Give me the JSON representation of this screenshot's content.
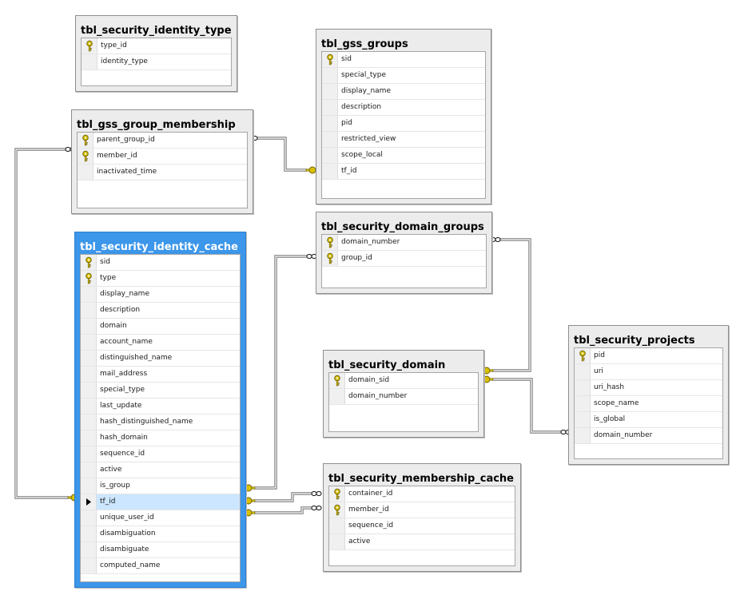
{
  "tables": [
    {
      "id": "t1",
      "title": "tbl_security_identity_type",
      "selected": false,
      "columns": [
        {
          "name": "type_id",
          "pk": true
        },
        {
          "name": "identity_type",
          "pk": false
        }
      ]
    },
    {
      "id": "t2",
      "title": "tbl_gss_groups",
      "selected": false,
      "columns": [
        {
          "name": "sid",
          "pk": true
        },
        {
          "name": "special_type",
          "pk": false
        },
        {
          "name": "display_name",
          "pk": false
        },
        {
          "name": "description",
          "pk": false
        },
        {
          "name": "pid",
          "pk": false
        },
        {
          "name": "restricted_view",
          "pk": false
        },
        {
          "name": "scope_local",
          "pk": false
        },
        {
          "name": "tf_id",
          "pk": false
        }
      ]
    },
    {
      "id": "t3",
      "title": "tbl_gss_group_membership",
      "selected": false,
      "columns": [
        {
          "name": "parent_group_id",
          "pk": true
        },
        {
          "name": "member_id",
          "pk": true
        },
        {
          "name": "inactivated_time",
          "pk": false
        }
      ]
    },
    {
      "id": "t4",
      "title": "tbl_security_identity_cache",
      "selected": true,
      "columns": [
        {
          "name": "sid",
          "pk": true
        },
        {
          "name": "type",
          "pk": true
        },
        {
          "name": "display_name",
          "pk": false
        },
        {
          "name": "description",
          "pk": false
        },
        {
          "name": "domain",
          "pk": false
        },
        {
          "name": "account_name",
          "pk": false
        },
        {
          "name": "distinguished_name",
          "pk": false
        },
        {
          "name": "mail_address",
          "pk": false
        },
        {
          "name": "special_type",
          "pk": false
        },
        {
          "name": "last_update",
          "pk": false
        },
        {
          "name": "hash_distinguished_name",
          "pk": false
        },
        {
          "name": "hash_domain",
          "pk": false
        },
        {
          "name": "sequence_id",
          "pk": false
        },
        {
          "name": "active",
          "pk": false
        },
        {
          "name": "is_group",
          "pk": false
        },
        {
          "name": "tf_id",
          "pk": false,
          "current": true
        },
        {
          "name": "unique_user_id",
          "pk": false
        },
        {
          "name": "disambiguation",
          "pk": false
        },
        {
          "name": "disambiguate",
          "pk": false
        },
        {
          "name": "computed_name",
          "pk": false
        }
      ]
    },
    {
      "id": "t5",
      "title": "tbl_security_domain_groups",
      "selected": false,
      "columns": [
        {
          "name": "domain_number",
          "pk": true
        },
        {
          "name": "group_id",
          "pk": true
        }
      ]
    },
    {
      "id": "t6",
      "title": "tbl_security_domain",
      "selected": false,
      "columns": [
        {
          "name": "domain_sid",
          "pk": true
        },
        {
          "name": "domain_number",
          "pk": false
        }
      ]
    },
    {
      "id": "t7",
      "title": "tbl_security_projects",
      "selected": false,
      "columns": [
        {
          "name": "pid",
          "pk": true
        },
        {
          "name": "uri",
          "pk": false
        },
        {
          "name": "uri_hash",
          "pk": false
        },
        {
          "name": "scope_name",
          "pk": false
        },
        {
          "name": "is_global",
          "pk": false
        },
        {
          "name": "domain_number",
          "pk": false
        }
      ]
    },
    {
      "id": "t8",
      "title": "tbl_security_membership_cache",
      "selected": false,
      "columns": [
        {
          "name": "container_id",
          "pk": true
        },
        {
          "name": "member_id",
          "pk": true
        },
        {
          "name": "sequence_id",
          "pk": false
        },
        {
          "name": "active",
          "pk": false
        }
      ]
    }
  ],
  "relationships": [
    {
      "from": "tbl_gss_group_membership",
      "to": "tbl_gss_groups",
      "from_end": "many",
      "to_end": "one"
    },
    {
      "from": "tbl_gss_group_membership",
      "to": "tbl_security_identity_cache",
      "from_end": "many",
      "to_end": "one"
    },
    {
      "from": "tbl_security_domain_groups",
      "to": "tbl_security_identity_cache",
      "from_end": "many",
      "to_end": "one"
    },
    {
      "from": "tbl_security_domain_groups",
      "to": "tbl_security_domain",
      "from_end": "many",
      "to_end": "one"
    },
    {
      "from": "tbl_security_projects",
      "to": "tbl_security_domain",
      "from_end": "many",
      "to_end": "one"
    },
    {
      "from": "tbl_security_membership_cache",
      "to": "tbl_security_identity_cache",
      "from_end": "many",
      "to_end": "one"
    },
    {
      "from": "tbl_security_membership_cache",
      "to": "tbl_security_identity_cache",
      "from_end": "many",
      "to_end": "one"
    }
  ],
  "colors": {
    "selected_table": "#3c96ea",
    "table_frame": "#ececec",
    "key": "#d8c000",
    "connector": "#7a7a7a"
  },
  "icons": {
    "primary_key": "key-icon",
    "current_row": "row-arrow-icon",
    "one_end": "key-connector-icon",
    "many_end": "infinity-connector-icon"
  }
}
